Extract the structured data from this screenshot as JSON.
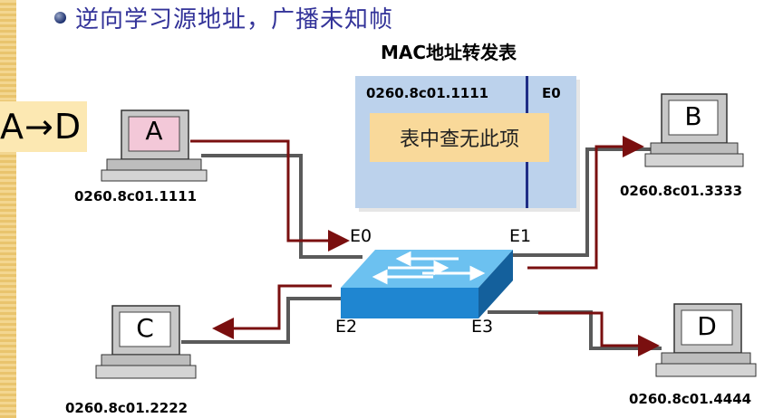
{
  "heading": "逆向学习源地址，广播未知帧",
  "table": {
    "title": "MAC地址转发表",
    "row": {
      "mac": "0260.8c01.1111",
      "port": "E0"
    },
    "note": "表中查无此项"
  },
  "flow": "A→D",
  "hosts": {
    "A": {
      "letter": "A",
      "mac": "0260.8c01.1111"
    },
    "B": {
      "letter": "B",
      "mac": "0260.8c01.3333"
    },
    "C": {
      "letter": "C",
      "mac": "0260.8c01.2222"
    },
    "D": {
      "letter": "D",
      "mac": "0260.8c01.4444"
    }
  },
  "ports": {
    "e0": "E0",
    "e1": "E1",
    "e2": "E2",
    "e3": "E3"
  },
  "colors": {
    "arrow": "#7a0f0f",
    "cable": "#5a5a5a",
    "switch": "#2f8fd6",
    "table": "#bcd2ec",
    "note": "#f9d99a",
    "accent": "#333399"
  }
}
